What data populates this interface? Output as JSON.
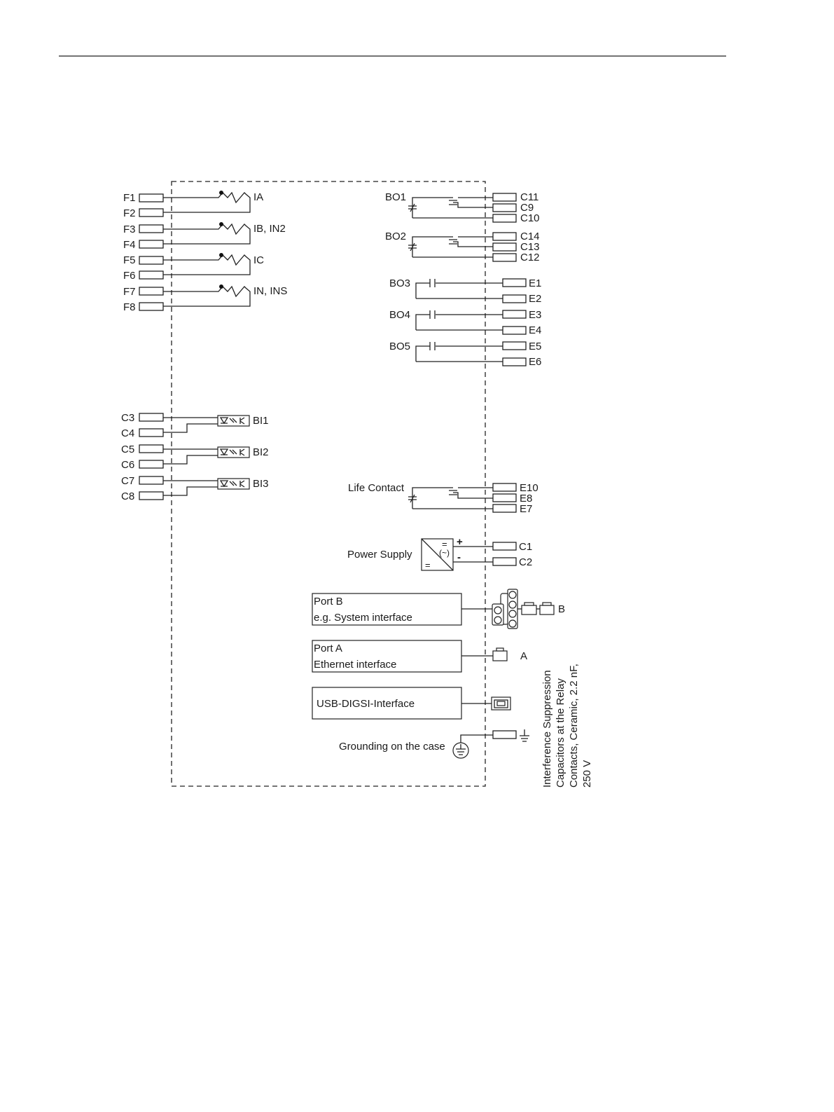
{
  "current_inputs": [
    {
      "name": "IA",
      "terminals": [
        "F1",
        "F2"
      ]
    },
    {
      "name": "IB, IN2",
      "terminals": [
        "F3",
        "F4"
      ]
    },
    {
      "name": "IC",
      "terminals": [
        "F5",
        "F6"
      ]
    },
    {
      "name": "IN, INS",
      "terminals": [
        "F7",
        "F8"
      ]
    }
  ],
  "binary_inputs": [
    {
      "name": "BI1",
      "terminals": [
        "C3",
        "C4"
      ]
    },
    {
      "name": "BI2",
      "terminals": [
        "C5",
        "C6"
      ]
    },
    {
      "name": "BI3",
      "terminals": [
        "C7",
        "C8"
      ]
    }
  ],
  "changeover_outputs": [
    {
      "name": "BO1",
      "terminals": [
        "C11",
        "C9",
        "C10"
      ]
    },
    {
      "name": "BO2",
      "terminals": [
        "C14",
        "C13",
        "C12"
      ]
    }
  ],
  "normally_open_outputs": [
    {
      "name": "BO3",
      "terminals": [
        "E1",
        "E2"
      ]
    },
    {
      "name": "BO4",
      "terminals": [
        "E3",
        "E4"
      ]
    },
    {
      "name": "BO5",
      "terminals": [
        "E5",
        "E6"
      ]
    }
  ],
  "life_contact": {
    "name": "Life Contact",
    "terminals": [
      "E10",
      "E8",
      "E7"
    ]
  },
  "power_supply": {
    "name": "Power Supply",
    "plus": "+",
    "minus": "-",
    "terminals": [
      "C1",
      "C2"
    ],
    "symbol_dc": "=",
    "symbol_ac": "(~)"
  },
  "ports": {
    "port_b": {
      "line1": "Port B",
      "line2": "e.g. System interface",
      "label": "B"
    },
    "port_a": {
      "line1": "Port A",
      "line2": "Ethernet interface",
      "label": "A"
    },
    "usb": {
      "label": "USB-DIGSI-Interface"
    }
  },
  "grounding": {
    "label": "Grounding on the case"
  },
  "note": {
    "lines": [
      "Interference Suppression",
      "Capacitors at the Relay",
      "Contacts, Ceramic, 2.2 nF,",
      "250 V"
    ]
  }
}
